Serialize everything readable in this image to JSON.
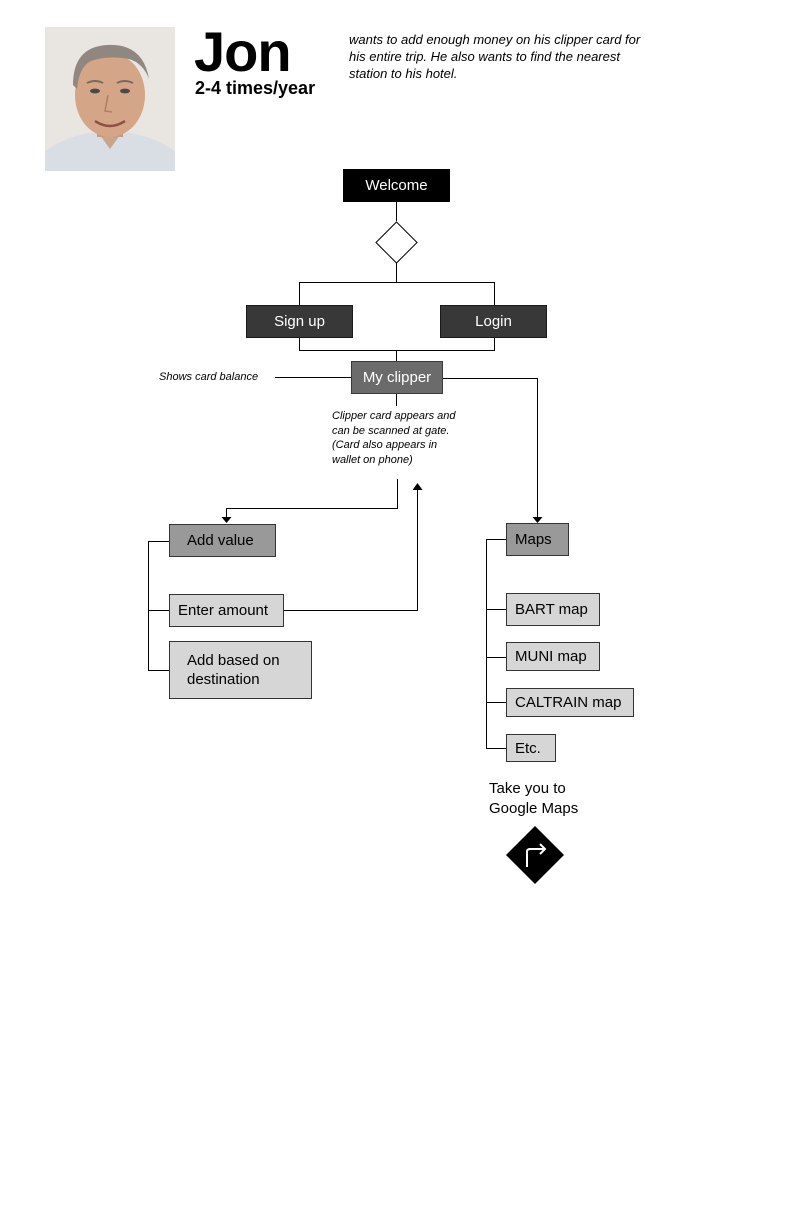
{
  "persona": {
    "name": "Jon",
    "frequency": "2-4 times/year",
    "goal": "wants to add enough money on his clipper card for his entire trip. He also wants to find the nearest station to his hotel."
  },
  "flow": {
    "welcome": "Welcome",
    "sign_up": "Sign up",
    "login": "Login",
    "my_clipper": "My clipper",
    "balance_note": "Shows card balance",
    "scan_note": [
      "Clipper card appears and",
      "can be scanned at gate.",
      "(Card also appears in",
      "wallet on phone)"
    ],
    "add_value": "Add value",
    "enter_amount": "Enter amount",
    "add_destination": [
      "Add based on",
      "destination"
    ],
    "maps": "Maps",
    "map_items": [
      "BART map",
      "MUNI map",
      "CALTRAIN map",
      "Etc."
    ],
    "maps_note": [
      "Take you to",
      "Google Maps"
    ]
  },
  "icons": {
    "directions": "turn-right-arrow-diamond-icon"
  }
}
